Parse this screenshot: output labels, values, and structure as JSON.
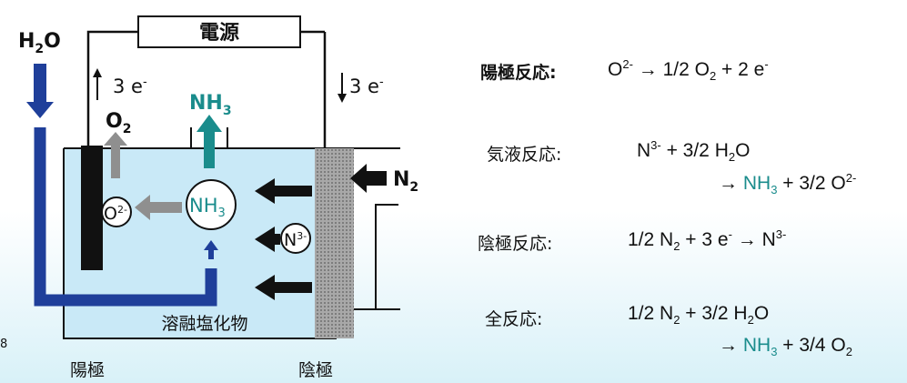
{
  "diagram": {
    "power_source": "電源",
    "h2o": {
      "main": "H",
      "sub": "2",
      "tail": "O"
    },
    "electron_left": {
      "num": "3 e",
      "sup": "-"
    },
    "electron_right": {
      "num": "3 e",
      "sup": "-"
    },
    "o2": {
      "main": "O",
      "sub": "2"
    },
    "nh3_top": {
      "main": "NH",
      "sub": "3"
    },
    "n2": {
      "main": "N",
      "sub": "2"
    },
    "o2_ion": {
      "main": "O",
      "sup": "2-"
    },
    "nh3_bubble": {
      "main": "NH",
      "sub": "3"
    },
    "n3_ion": {
      "main": "N",
      "sup": "3-"
    },
    "electrolyte": "溶融塩化物",
    "anode": "陽極",
    "cathode": "陰極",
    "side_mark": "8"
  },
  "reactions": [
    {
      "label": "陽極反応:",
      "bold": true,
      "line1": {
        "a": "O",
        "a_sup": "2-",
        "b": " → 1/2 O",
        "b_sub": "2",
        "c": " + 2 e",
        "c_sup": "-"
      }
    },
    {
      "label": "気液反応:",
      "bold": false,
      "line1": {
        "a": "N",
        "a_sup": "3-",
        "b": " + 3/2 H",
        "b_sub": "2",
        "c": "O"
      },
      "line2": {
        "arrow": "→ ",
        "nh": "NH",
        "nh_sub": "3",
        "d": " + 3/2 O",
        "d_sup": "2-"
      }
    },
    {
      "label": "陰極反応:",
      "bold": false,
      "line1": {
        "a": "1/2 N",
        "a_sub": "2",
        "b": " + 3 e",
        "b_sup": "-",
        "c": " → N",
        "c_sup": "3-"
      }
    },
    {
      "label": "全反応:",
      "bold": false,
      "line1": {
        "a": "1/2 N",
        "a_sub": "2",
        "b": " + 3/2 H",
        "b_sub": "2",
        "c": "O"
      },
      "line2": {
        "arrow": "→ ",
        "nh": "NH",
        "nh_sub": "3",
        "d": " + 3/4 O",
        "d_sub": "2"
      }
    }
  ],
  "colors": {
    "electrolyte": "#c9e9f7",
    "h2o_pipe": "#1f3f9a",
    "teal": "#1a8c8c",
    "electrode": "#111111",
    "cathode_mesh": "#9a9a9a"
  }
}
